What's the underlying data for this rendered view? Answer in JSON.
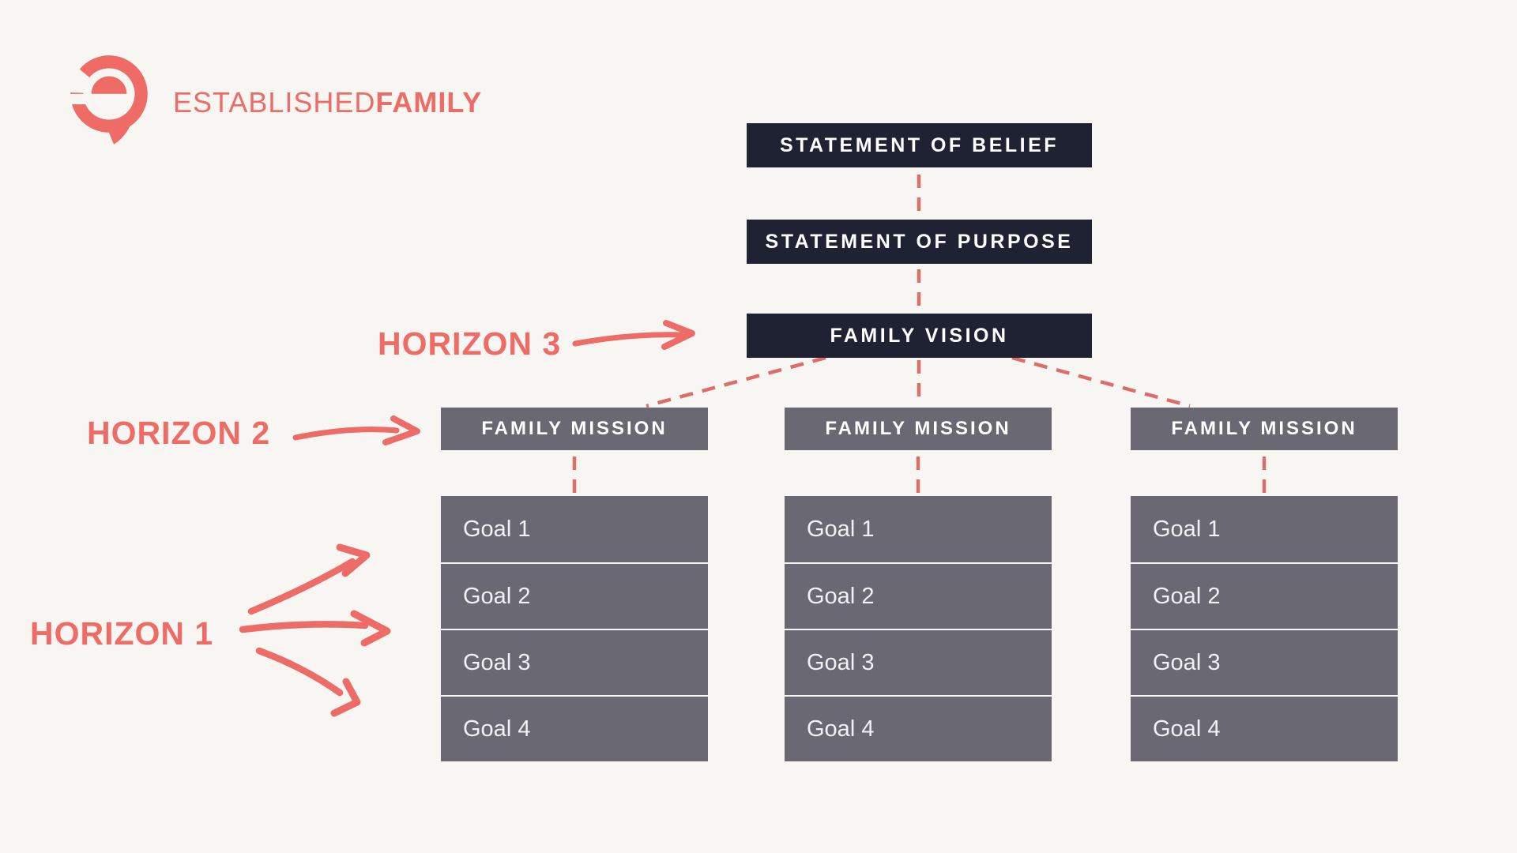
{
  "brand": {
    "name_regular": "ESTABLISHED",
    "name_bold": "FAMILY"
  },
  "pyramid": {
    "belief": "STATEMENT OF BELIEF",
    "purpose": "STATEMENT OF PURPOSE",
    "vision": "FAMILY VISION"
  },
  "columns": [
    {
      "mission": "FAMILY MISSION",
      "goals": [
        "Goal 1",
        "Goal 2",
        "Goal 3",
        "Goal 4"
      ]
    },
    {
      "mission": "FAMILY MISSION",
      "goals": [
        "Goal 1",
        "Goal 2",
        "Goal 3",
        "Goal 4"
      ]
    },
    {
      "mission": "FAMILY MISSION",
      "goals": [
        "Goal 1",
        "Goal 2",
        "Goal 3",
        "Goal 4"
      ]
    }
  ],
  "horizons": [
    {
      "label": "HORIZON 3"
    },
    {
      "label": "HORIZON 2"
    },
    {
      "label": "HORIZON 1"
    }
  ],
  "colors": {
    "background": "#f7f6f3",
    "navy": "#1e2233",
    "gray": "#6a6973",
    "coral": "#ef6b66",
    "dash": "#dc6e69"
  }
}
